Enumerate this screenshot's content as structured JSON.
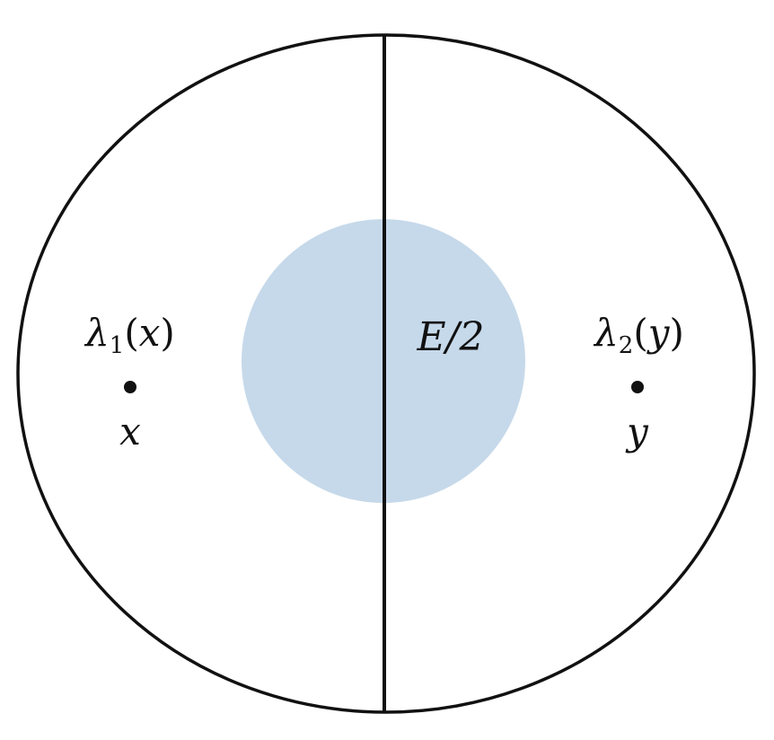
{
  "diagram": {
    "region_color": "#c6d9ea",
    "line_color": "#111111",
    "left": {
      "function_label": "λ",
      "subscript": "1",
      "argument": "x",
      "point_label": "x"
    },
    "center": {
      "label": "E/2"
    },
    "right": {
      "function_label": "λ",
      "subscript": "2",
      "argument": "y",
      "point_label": "y"
    }
  }
}
